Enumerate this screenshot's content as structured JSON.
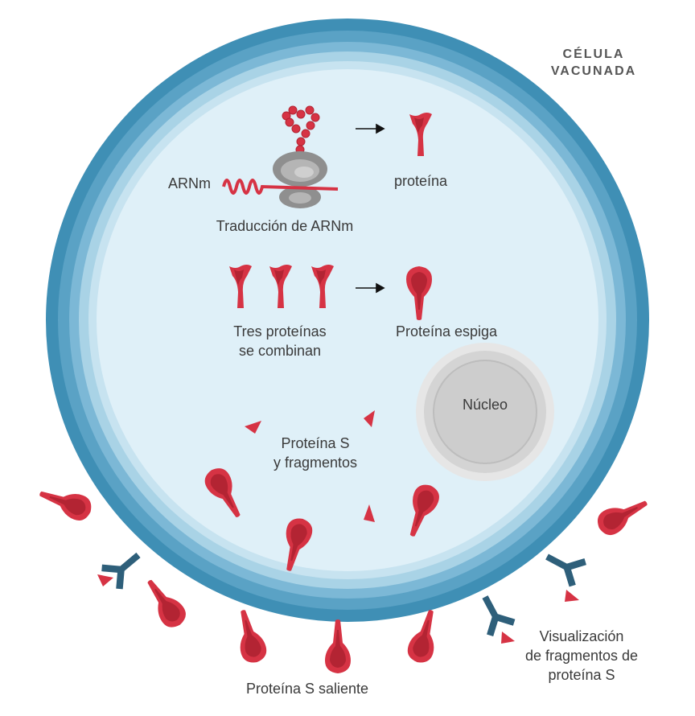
{
  "title_lines": [
    "CÉLULA",
    "VACUNADA"
  ],
  "labels": {
    "mrna": "ARNm",
    "translation": "Traducción de ARNm",
    "protein": "proteína",
    "three_line1": "Tres proteínas",
    "three_line2": "se combinan",
    "spike": "Proteína espiga",
    "nucleus": "Núcleo",
    "s_fragments_line1": "Proteína S",
    "s_fragments_line2": "y fragmentos",
    "protruding": "Proteína S saliente",
    "display_line1": "Visualización",
    "display_line2": "de fragmentos de",
    "display_line3": "proteína S"
  },
  "colors": {
    "membrane_outer": "#3f8fb5",
    "membrane_mid": "#6aaed0",
    "membrane_inner": "#a9d3e6",
    "cytoplasm": "#dff0f8",
    "protein": "#d63344",
    "protein_dark": "#b32433",
    "receptor": "#2e5f7a",
    "nucleus": "#d4d4d4",
    "ribosome": "#8f8f8f"
  }
}
